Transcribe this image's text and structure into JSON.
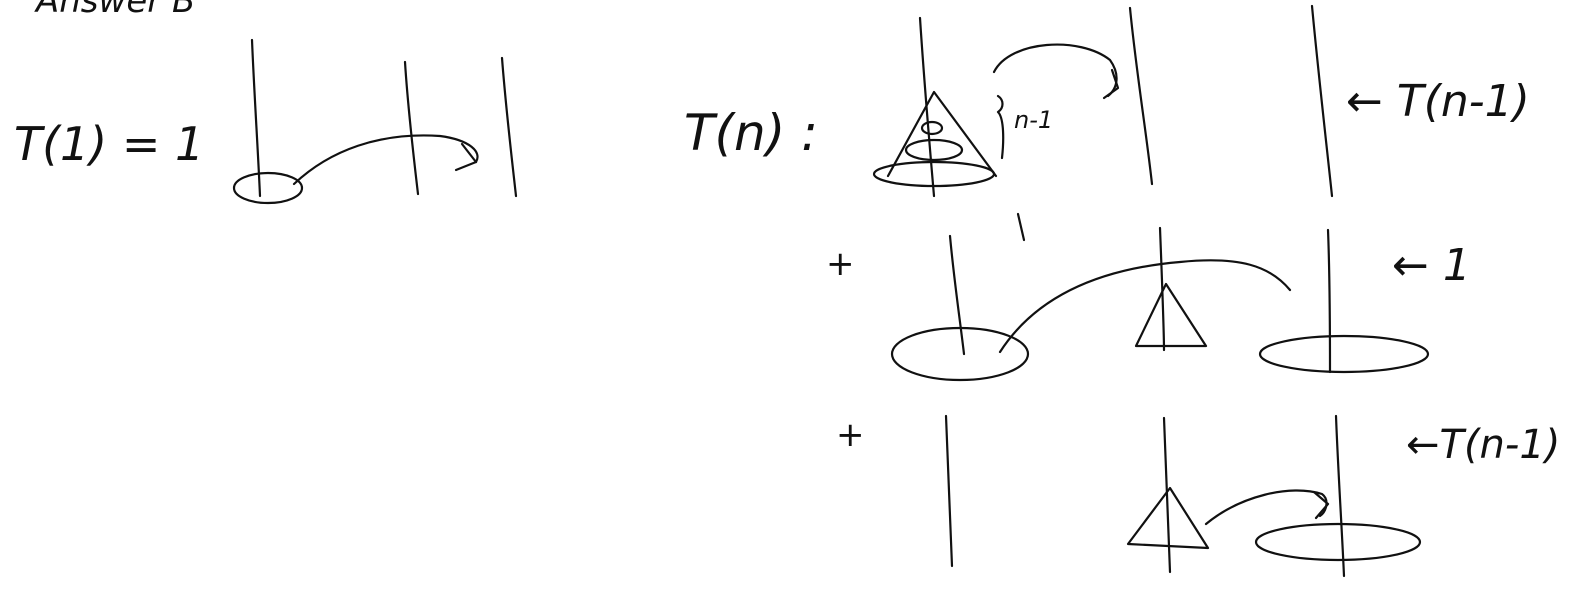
{
  "heading": "Answer  B",
  "base_case": {
    "equation": "T(1) = 1"
  },
  "recurrence": {
    "lhs": "T(n)  :",
    "stack_label": "n-1",
    "step1_cost": "← T(n-1)",
    "step2_sign": "+",
    "step2_cost": "← 1",
    "step3_sign": "+",
    "step3_cost": "←T(n-1)"
  },
  "colors": {
    "ink": "#111111",
    "background": "#ffffff"
  }
}
